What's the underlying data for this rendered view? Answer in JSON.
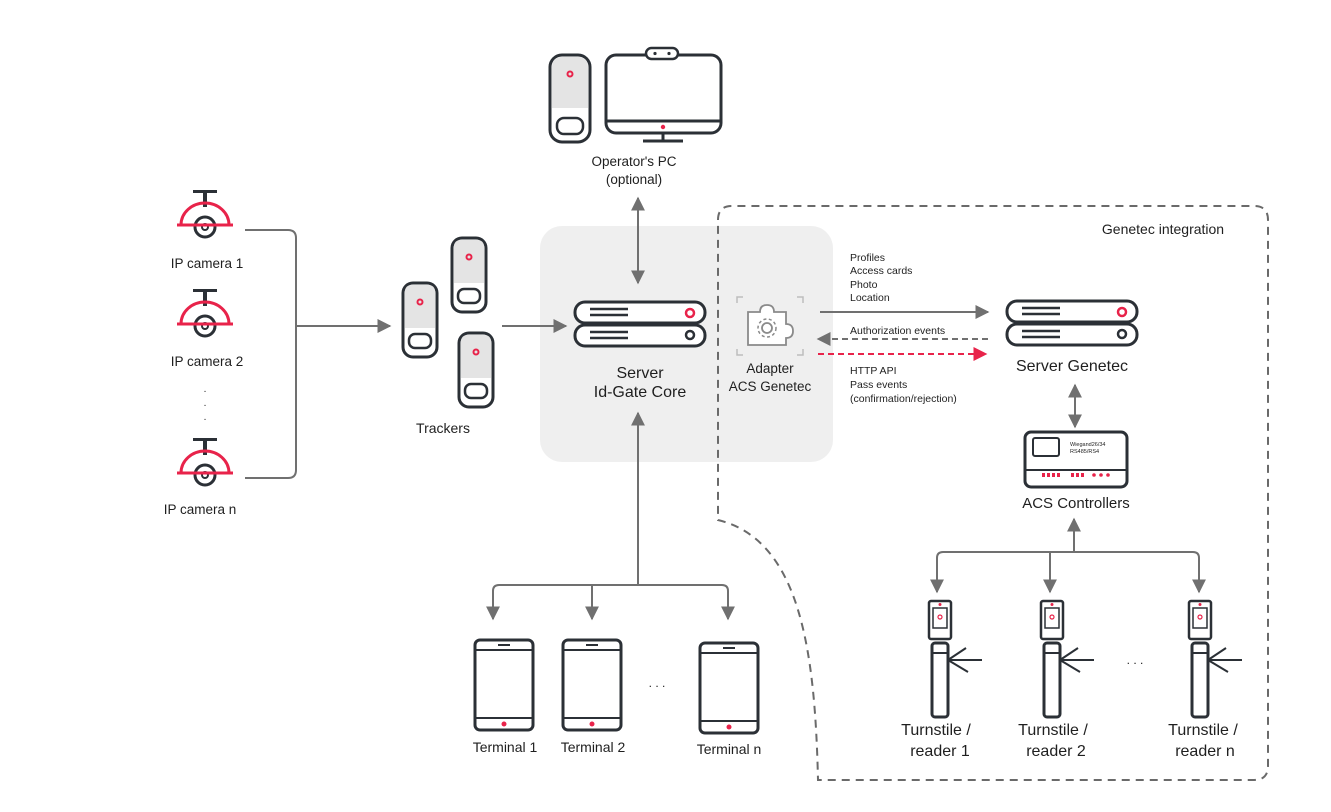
{
  "labels": {
    "camera_1": "IP camera 1",
    "camera_2": "IP camera 2",
    "camera_n": "IP camera n",
    "camera_ellipsis": ".",
    "trackers": "Trackers",
    "operator_pc_line1": "Operator's PC",
    "operator_pc_line2": "(optional)",
    "server_line1": "Server",
    "server_line2": "Id-Gate Core",
    "adapter_line1": "Adapter",
    "adapter_line2": "ACS Genetec",
    "genetec_integration": "Genetec integration",
    "data_profiles": "Profiles",
    "data_access_cards": "Access cards",
    "data_photo": "Photo",
    "data_location": "Location",
    "authorization_events": "Authorization events",
    "http_api": "HTTP API",
    "pass_events": "Pass events",
    "confirmation_rejection": "(confirmation/rejection)",
    "server_genetec": "Server Genetec",
    "acs_controllers": "ACS Controllers",
    "controller_text_1": "Wiegand26/34",
    "controller_text_2": "RS485/RS4",
    "terminal_1": "Terminal 1",
    "terminal_2": "Terminal 2",
    "terminal_n": "Terminal n",
    "terminal_dots": ". . .",
    "turnstile_1_line1": "Turnstile /",
    "turnstile_1_line2": "reader 1",
    "turnstile_2_line1": "Turnstile /",
    "turnstile_2_line2": "reader 2",
    "turnstile_n_line1": "Turnstile /",
    "turnstile_n_line2": "reader n",
    "turnstile_dots": ". . ."
  },
  "colors": {
    "accent": "#e8234a",
    "stroke": "#2b3036",
    "arrow": "#707070",
    "panel": "#efefef",
    "dashed_border": "#6a6a6a"
  },
  "icons": {
    "camera": "ip-camera-icon",
    "tracker": "tracker-icon",
    "monitor": "monitor-icon",
    "server": "server-icon",
    "adapter": "puzzle-gear-icon",
    "controller": "acs-controller-icon",
    "terminal": "tablet-terminal-icon",
    "reader": "face-reader-icon",
    "turnstile": "turnstile-icon"
  }
}
